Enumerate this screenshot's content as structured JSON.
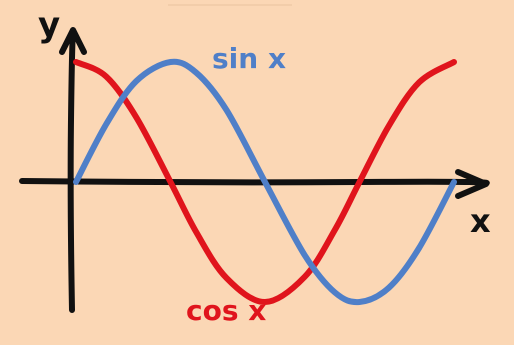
{
  "colors": {
    "background": "#FBD7B5",
    "axes": "#111111",
    "sin": "#4F7FC8",
    "cos": "#E0141C"
  },
  "chart_data": {
    "type": "line",
    "title": "",
    "xlabel": "x",
    "ylabel": "y",
    "xlim": [
      0,
      6.28
    ],
    "ylim": [
      -1,
      1
    ],
    "grid": false,
    "series": [
      {
        "name": "sin x",
        "x": [
          0,
          0.5,
          1.0,
          1.57,
          2.0,
          2.5,
          3.14,
          3.8,
          4.3,
          4.71,
          5.2,
          5.7,
          6.28
        ],
        "y": [
          0,
          0.48,
          0.84,
          1.0,
          0.91,
          0.6,
          0,
          -0.61,
          -0.92,
          -1.0,
          -0.88,
          -0.55,
          0
        ]
      },
      {
        "name": "cos x",
        "x": [
          0,
          0.5,
          1.0,
          1.57,
          2.0,
          2.5,
          3.14,
          3.8,
          4.3,
          4.71,
          5.2,
          5.7,
          6.28
        ],
        "y": [
          1.0,
          0.88,
          0.54,
          0,
          -0.42,
          -0.8,
          -1.0,
          -0.79,
          -0.4,
          0,
          0.47,
          0.83,
          1.0
        ]
      }
    ]
  }
}
